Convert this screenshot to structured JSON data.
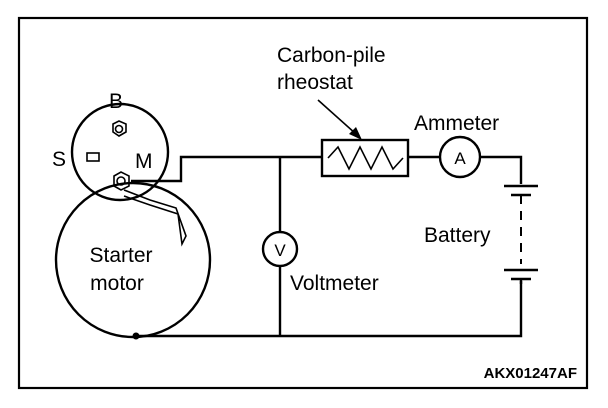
{
  "labels": {
    "terminal_b": "B",
    "terminal_s": "S",
    "terminal_m": "M",
    "starter_line1": "Starter",
    "starter_line2": "motor",
    "rheostat_line1": "Carbon-pile",
    "rheostat_line2": "rheostat",
    "ammeter": "Ammeter",
    "ammeter_symbol": "A",
    "battery": "Battery",
    "voltmeter": "Voltmeter",
    "voltmeter_symbol": "V",
    "figure_code": "AKX01247AF"
  }
}
